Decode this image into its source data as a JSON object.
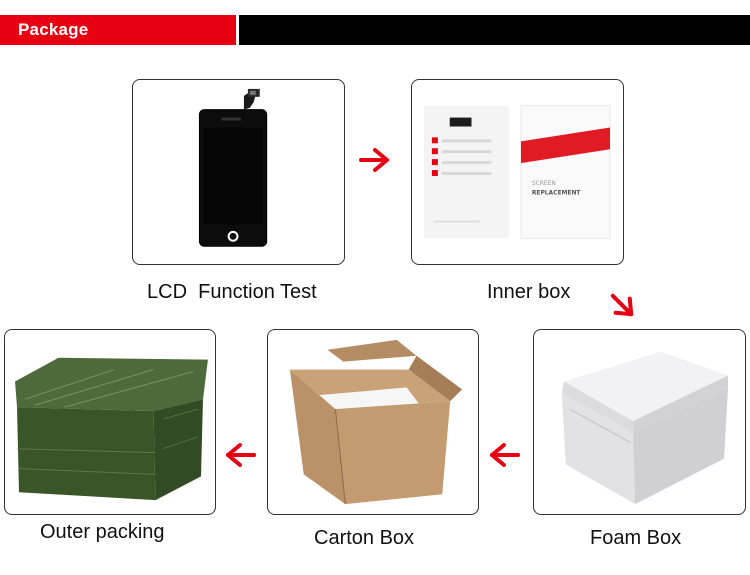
{
  "header": {
    "title": "Package"
  },
  "steps": {
    "lcd": "LCD  Function Test",
    "inner": "Inner box",
    "outer": "Outer packing",
    "carton": "Carton Box",
    "foam": "Foam Box"
  },
  "inner_box_print": {
    "line1": "SCREEN",
    "line2": "REPLACEMENT"
  },
  "colors": {
    "accent": "#e60012",
    "bar": "#000000",
    "arrow": "#e60012"
  }
}
